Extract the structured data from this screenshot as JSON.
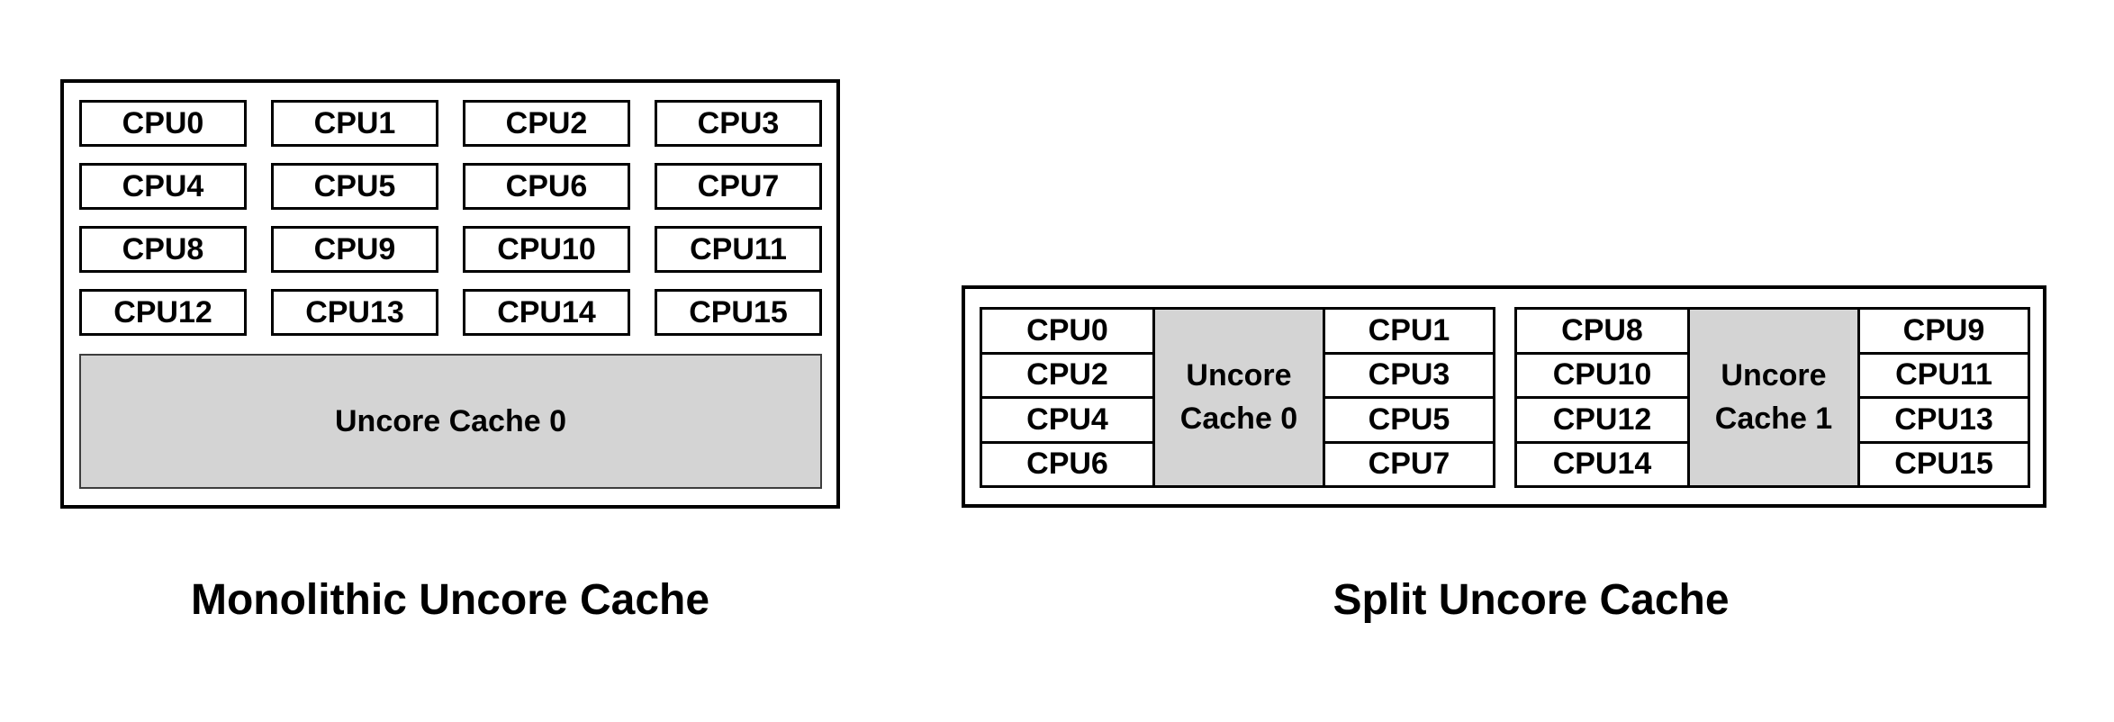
{
  "colors": {
    "background": "#ffffff",
    "border": "#000000",
    "text": "#000000",
    "cache_fill": "#d4d4d4"
  },
  "diagrams": {
    "monolithic": {
      "caption": "Monolithic Uncore Cache",
      "cpus": [
        "CPU0",
        "CPU1",
        "CPU2",
        "CPU3",
        "CPU4",
        "CPU5",
        "CPU6",
        "CPU7",
        "CPU8",
        "CPU9",
        "CPU10",
        "CPU11",
        "CPU12",
        "CPU13",
        "CPU14",
        "CPU15"
      ],
      "cache_label": "Uncore Cache 0"
    },
    "split": {
      "caption": "Split Uncore Cache",
      "clusters": [
        {
          "left_cpus": [
            "CPU0",
            "CPU2",
            "CPU4",
            "CPU6"
          ],
          "cache_label": "Uncore Cache 0",
          "right_cpus": [
            "CPU1",
            "CPU3",
            "CPU5",
            "CPU7"
          ]
        },
        {
          "left_cpus": [
            "CPU8",
            "CPU10",
            "CPU12",
            "CPU14"
          ],
          "cache_label": "Uncore Cache 1",
          "right_cpus": [
            "CPU9",
            "CPU11",
            "CPU13",
            "CPU15"
          ]
        }
      ]
    }
  }
}
